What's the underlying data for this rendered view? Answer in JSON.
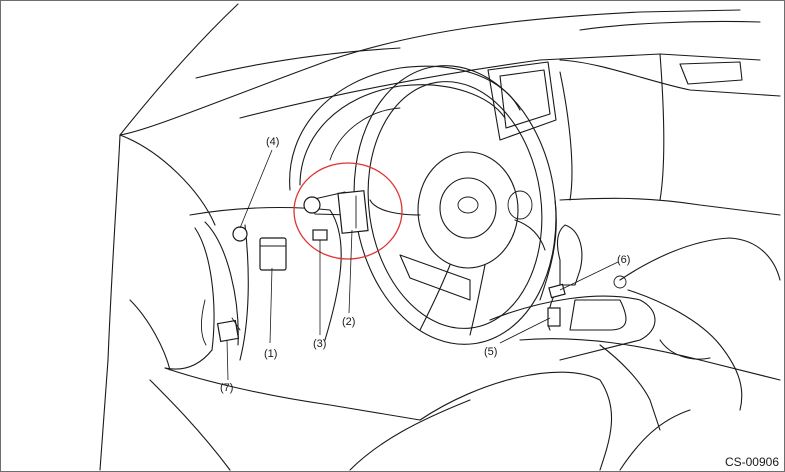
{
  "diagram": {
    "callouts": [
      {
        "id": "1",
        "label": "(1)"
      },
      {
        "id": "2",
        "label": "(2)"
      },
      {
        "id": "3",
        "label": "(3)"
      },
      {
        "id": "4",
        "label": "(4)"
      },
      {
        "id": "5",
        "label": "(5)"
      },
      {
        "id": "6",
        "label": "(6)"
      },
      {
        "id": "7",
        "label": "(7)"
      }
    ],
    "figure_code": "CS-00906",
    "highlight_color": "#e0332e",
    "line_color": "#1a1a1a"
  }
}
